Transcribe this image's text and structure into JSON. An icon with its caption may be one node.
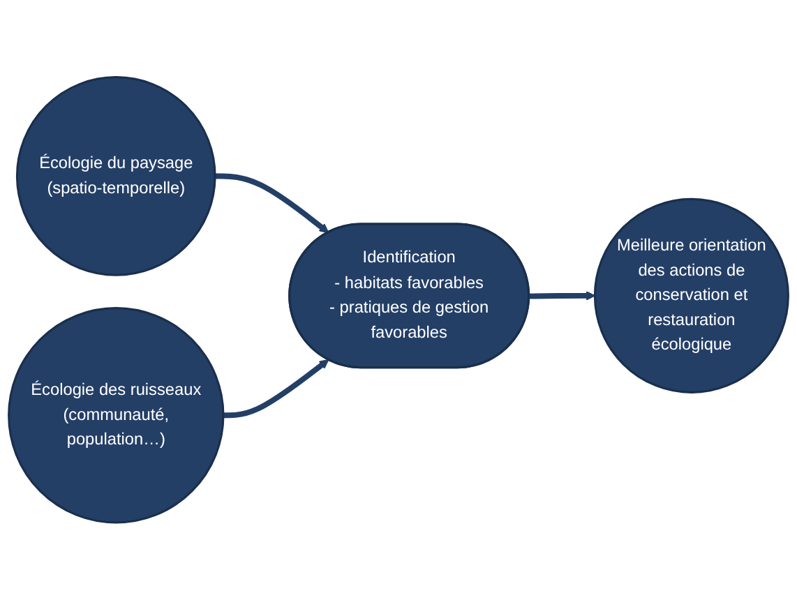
{
  "diagram": {
    "nodes": [
      {
        "text": [
          "Écologie du paysage",
          "(spatio-temporelle)"
        ]
      },
      {
        "text": [
          "Écologie des ruisseaux",
          "(communauté, population…)"
        ]
      },
      {
        "text": [
          "Identification",
          "- habitats favorables",
          "- pratiques de gestion favorables"
        ]
      },
      {
        "text": [
          "Meilleure orientation des actions de conservation et restauration écologique"
        ]
      }
    ],
    "edges": [
      {
        "from": 0,
        "to": 2,
        "arrow": "to"
      },
      {
        "from": 1,
        "to": 2,
        "arrow": "to"
      },
      {
        "from": 2,
        "to": 3,
        "arrow": "to"
      }
    ]
  }
}
